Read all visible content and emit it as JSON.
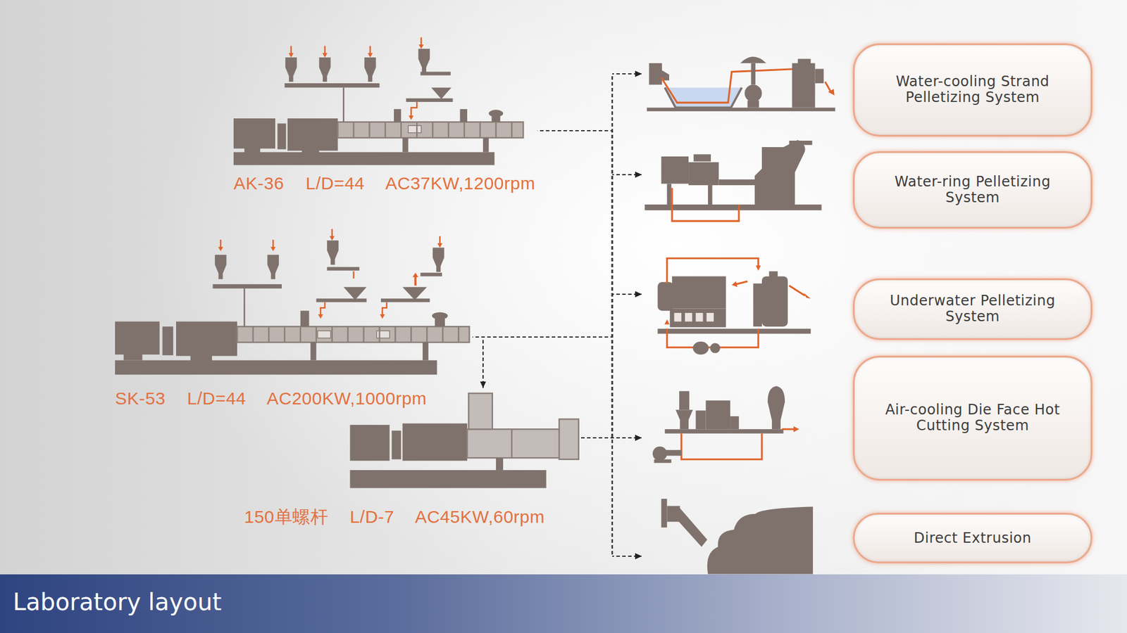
{
  "diagram": {
    "title": "Laboratory layout",
    "nodes": [
      {
        "text": [
          "AK-36 L/D=44 AC37KW,1200rpm"
        ]
      },
      {
        "text": [
          "SK-53 L/D=44 AC200KW,1000rpm"
        ]
      },
      {
        "text": [
          "150单螺杆 L/D-7 AC45KW,60rpm"
        ]
      },
      {
        "text": [
          "Water-cooling Strand Pelletizing System"
        ]
      },
      {
        "text": [
          "Water-ring Pelletizing System"
        ]
      },
      {
        "text": [
          "Underwater Pelletizing System"
        ]
      },
      {
        "text": [
          "Air-cooling Die Face Hot Cutting System"
        ]
      },
      {
        "text": [
          "Direct Extrusion"
        ]
      }
    ],
    "edges": [
      {
        "from": 0,
        "to": 3,
        "arrow": "to"
      },
      {
        "from": 0,
        "to": 4,
        "arrow": "to"
      },
      {
        "from": 0,
        "to": 5,
        "arrow": "to"
      },
      {
        "from": 0,
        "to": 6,
        "arrow": "to"
      },
      {
        "from": 0,
        "to": 7,
        "arrow": "to"
      },
      {
        "from": 1,
        "to": 3,
        "arrow": "to"
      },
      {
        "from": 1,
        "to": 4,
        "arrow": "to"
      },
      {
        "from": 1,
        "to": 5,
        "arrow": "to"
      },
      {
        "from": 1,
        "to": 6,
        "arrow": "to"
      },
      {
        "from": 1,
        "to": 7,
        "arrow": "to"
      },
      {
        "from": 1,
        "to": 2,
        "arrow": "to"
      },
      {
        "from": 2,
        "to": 3,
        "arrow": "to"
      },
      {
        "from": 2,
        "to": 4,
        "arrow": "to"
      },
      {
        "from": 2,
        "to": 5,
        "arrow": "to"
      },
      {
        "from": 2,
        "to": 6,
        "arrow": "to"
      },
      {
        "from": 2,
        "to": 7,
        "arrow": "to"
      }
    ]
  }
}
